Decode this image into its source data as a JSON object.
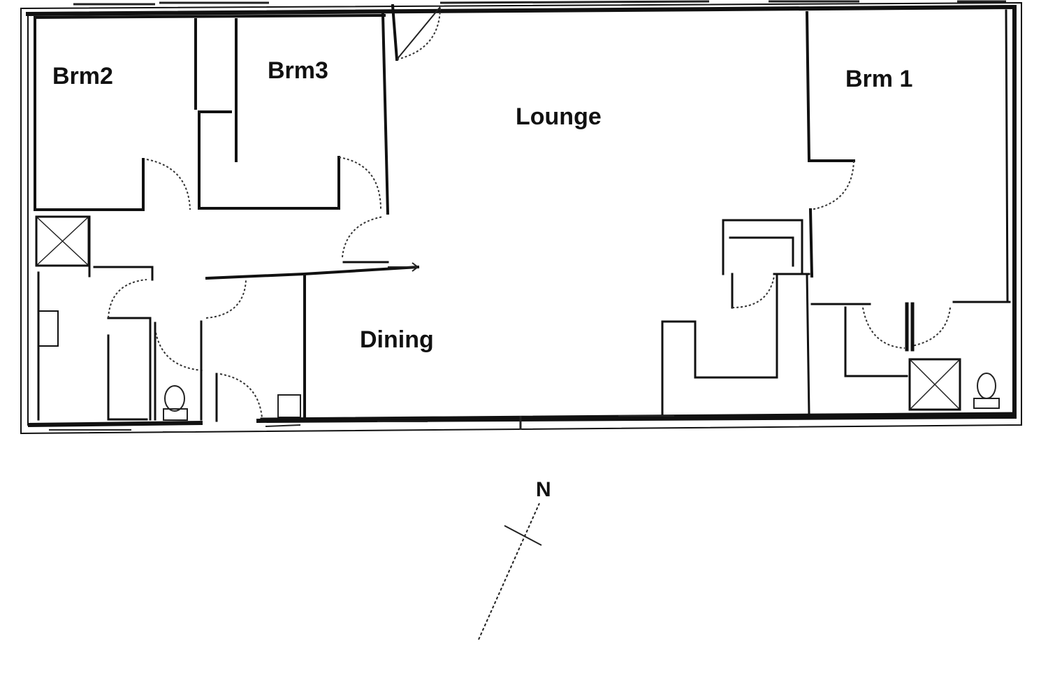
{
  "rooms": {
    "brm2": "Brm2",
    "brm3": "Brm3",
    "lounge": "Lounge",
    "brm1": "Brm 1",
    "dining": "Dining"
  },
  "compass": {
    "label": "N"
  }
}
